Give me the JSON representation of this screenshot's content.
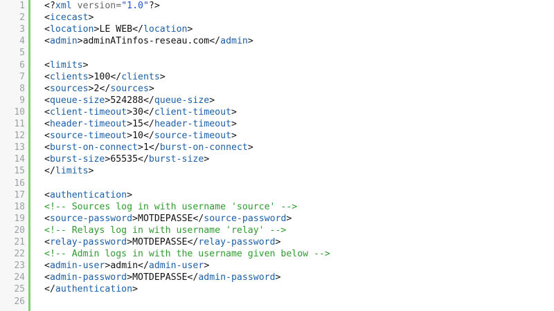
{
  "colors": {
    "gutter_bg": "#f7f7f7",
    "gutter_border": "#7fd16b",
    "line_number": "#9aa0a6",
    "tag": "#1b5fa8",
    "comment": "#2e9b2e",
    "string": "#1f4fd6",
    "text": "#111111"
  },
  "lines": [
    {
      "n": "1",
      "tokens": [
        [
          "punct",
          "<?"
        ],
        [
          "pi",
          "xml"
        ],
        [
          "attr",
          " version="
        ],
        [
          "str",
          "\"1.0\""
        ],
        [
          "punct",
          "?>"
        ]
      ]
    },
    {
      "n": "2",
      "tokens": [
        [
          "punct",
          "<"
        ],
        [
          "tag",
          "icecast"
        ],
        [
          "punct",
          ">"
        ]
      ]
    },
    {
      "n": "3",
      "tokens": [
        [
          "punct",
          "<"
        ],
        [
          "tag",
          "location"
        ],
        [
          "punct",
          ">"
        ],
        [
          "text",
          "LE WEB"
        ],
        [
          "punct",
          "</"
        ],
        [
          "tag",
          "location"
        ],
        [
          "punct",
          ">"
        ]
      ]
    },
    {
      "n": "4",
      "tokens": [
        [
          "punct",
          "<"
        ],
        [
          "tag",
          "admin"
        ],
        [
          "punct",
          ">"
        ],
        [
          "text",
          "adminATinfos-reseau.com"
        ],
        [
          "punct",
          "</"
        ],
        [
          "tag",
          "admin"
        ],
        [
          "punct",
          ">"
        ]
      ]
    },
    {
      "n": "5",
      "tokens": []
    },
    {
      "n": "6",
      "tokens": [
        [
          "punct",
          "<"
        ],
        [
          "tag",
          "limits"
        ],
        [
          "punct",
          ">"
        ]
      ]
    },
    {
      "n": "7",
      "tokens": [
        [
          "punct",
          "<"
        ],
        [
          "tag",
          "clients"
        ],
        [
          "punct",
          ">"
        ],
        [
          "text",
          "100"
        ],
        [
          "punct",
          "</"
        ],
        [
          "tag",
          "clients"
        ],
        [
          "punct",
          ">"
        ]
      ]
    },
    {
      "n": "8",
      "tokens": [
        [
          "punct",
          "<"
        ],
        [
          "tag",
          "sources"
        ],
        [
          "punct",
          ">"
        ],
        [
          "text",
          "2"
        ],
        [
          "punct",
          "</"
        ],
        [
          "tag",
          "sources"
        ],
        [
          "punct",
          ">"
        ]
      ]
    },
    {
      "n": "9",
      "tokens": [
        [
          "punct",
          "<"
        ],
        [
          "tag",
          "queue-size"
        ],
        [
          "punct",
          ">"
        ],
        [
          "text",
          "524288"
        ],
        [
          "punct",
          "</"
        ],
        [
          "tag",
          "queue-size"
        ],
        [
          "punct",
          ">"
        ]
      ]
    },
    {
      "n": "10",
      "tokens": [
        [
          "punct",
          "<"
        ],
        [
          "tag",
          "client-timeout"
        ],
        [
          "punct",
          ">"
        ],
        [
          "text",
          "30"
        ],
        [
          "punct",
          "</"
        ],
        [
          "tag",
          "client-timeout"
        ],
        [
          "punct",
          ">"
        ]
      ]
    },
    {
      "n": "11",
      "tokens": [
        [
          "punct",
          "<"
        ],
        [
          "tag",
          "header-timeout"
        ],
        [
          "punct",
          ">"
        ],
        [
          "text",
          "15"
        ],
        [
          "punct",
          "</"
        ],
        [
          "tag",
          "header-timeout"
        ],
        [
          "punct",
          ">"
        ]
      ]
    },
    {
      "n": "12",
      "tokens": [
        [
          "punct",
          "<"
        ],
        [
          "tag",
          "source-timeout"
        ],
        [
          "punct",
          ">"
        ],
        [
          "text",
          "10"
        ],
        [
          "punct",
          "</"
        ],
        [
          "tag",
          "source-timeout"
        ],
        [
          "punct",
          ">"
        ]
      ]
    },
    {
      "n": "13",
      "tokens": [
        [
          "punct",
          "<"
        ],
        [
          "tag",
          "burst-on-connect"
        ],
        [
          "punct",
          ">"
        ],
        [
          "text",
          "1"
        ],
        [
          "punct",
          "</"
        ],
        [
          "tag",
          "burst-on-connect"
        ],
        [
          "punct",
          ">"
        ]
      ]
    },
    {
      "n": "14",
      "tokens": [
        [
          "punct",
          "<"
        ],
        [
          "tag",
          "burst-size"
        ],
        [
          "punct",
          ">"
        ],
        [
          "text",
          "65535"
        ],
        [
          "punct",
          "</"
        ],
        [
          "tag",
          "burst-size"
        ],
        [
          "punct",
          ">"
        ]
      ]
    },
    {
      "n": "15",
      "tokens": [
        [
          "punct",
          "</"
        ],
        [
          "tag",
          "limits"
        ],
        [
          "punct",
          ">"
        ]
      ]
    },
    {
      "n": "16",
      "tokens": []
    },
    {
      "n": "17",
      "tokens": [
        [
          "punct",
          "<"
        ],
        [
          "tag",
          "authentication"
        ],
        [
          "punct",
          ">"
        ]
      ]
    },
    {
      "n": "18",
      "tokens": [
        [
          "comment",
          "<!-- Sources log in with username 'source' -->"
        ]
      ]
    },
    {
      "n": "19",
      "tokens": [
        [
          "punct",
          "<"
        ],
        [
          "tag",
          "source-password"
        ],
        [
          "punct",
          ">"
        ],
        [
          "text",
          "MOTDEPASSE"
        ],
        [
          "punct",
          "</"
        ],
        [
          "tag",
          "source-password"
        ],
        [
          "punct",
          ">"
        ]
      ]
    },
    {
      "n": "20",
      "tokens": [
        [
          "comment",
          "<!-- Relays log in with username 'relay' -->"
        ]
      ]
    },
    {
      "n": "21",
      "tokens": [
        [
          "punct",
          "<"
        ],
        [
          "tag",
          "relay-password"
        ],
        [
          "punct",
          ">"
        ],
        [
          "text",
          "MOTDEPASSE"
        ],
        [
          "punct",
          "</"
        ],
        [
          "tag",
          "relay-password"
        ],
        [
          "punct",
          ">"
        ]
      ]
    },
    {
      "n": "22",
      "tokens": [
        [
          "comment",
          "<!-- Admin logs in with the username given below -->"
        ]
      ]
    },
    {
      "n": "23",
      "tokens": [
        [
          "punct",
          "<"
        ],
        [
          "tag",
          "admin-user"
        ],
        [
          "punct",
          ">"
        ],
        [
          "text",
          "admin"
        ],
        [
          "punct",
          "</"
        ],
        [
          "tag",
          "admin-user"
        ],
        [
          "punct",
          ">"
        ]
      ]
    },
    {
      "n": "24",
      "tokens": [
        [
          "punct",
          "<"
        ],
        [
          "tag",
          "admin-password"
        ],
        [
          "punct",
          ">"
        ],
        [
          "text",
          "MOTDEPASSE"
        ],
        [
          "punct",
          "</"
        ],
        [
          "tag",
          "admin-password"
        ],
        [
          "punct",
          ">"
        ]
      ]
    },
    {
      "n": "25",
      "tokens": [
        [
          "punct",
          "</"
        ],
        [
          "tag",
          "authentication"
        ],
        [
          "punct",
          ">"
        ]
      ]
    },
    {
      "n": "26",
      "tokens": []
    }
  ]
}
